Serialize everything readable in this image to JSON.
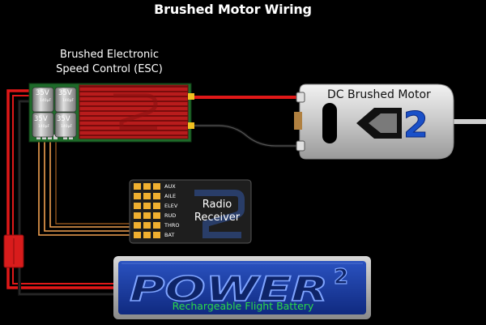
{
  "diagram": {
    "title": "Brushed Motor Wiring",
    "esc": {
      "label_line1": "Brushed Electronic",
      "label_line2": "Speed Control (ESC)",
      "capacitors": [
        {
          "voltage": "35V",
          "value": "140μF"
        },
        {
          "voltage": "35V",
          "value": "140μF"
        },
        {
          "voltage": "35V",
          "value": "140μF"
        },
        {
          "voltage": "35V",
          "value": "140μF"
        }
      ]
    },
    "motor": {
      "label": "DC Brushed Motor",
      "logo_digit": "2"
    },
    "receiver": {
      "label_line1": "Radio",
      "label_line2": "Receiver",
      "channels": [
        "AUX",
        "AILE",
        "ELEV",
        "RUD",
        "THRO",
        "BAT"
      ]
    },
    "battery": {
      "brand": "POWER",
      "superscript": "2",
      "subtitle": "Rechargeable Flight Battery"
    },
    "colors": {
      "wire_red": "#e01818",
      "wire_black": "#111111",
      "wire_orange": "#f0a050",
      "esc_board": "#1e6a2a",
      "esc_heatsink": "#a81818",
      "battery_blue": "#1c3ea0",
      "battery_text_green": "#2bd84a",
      "receiver_body": "#1e1e1e"
    }
  }
}
